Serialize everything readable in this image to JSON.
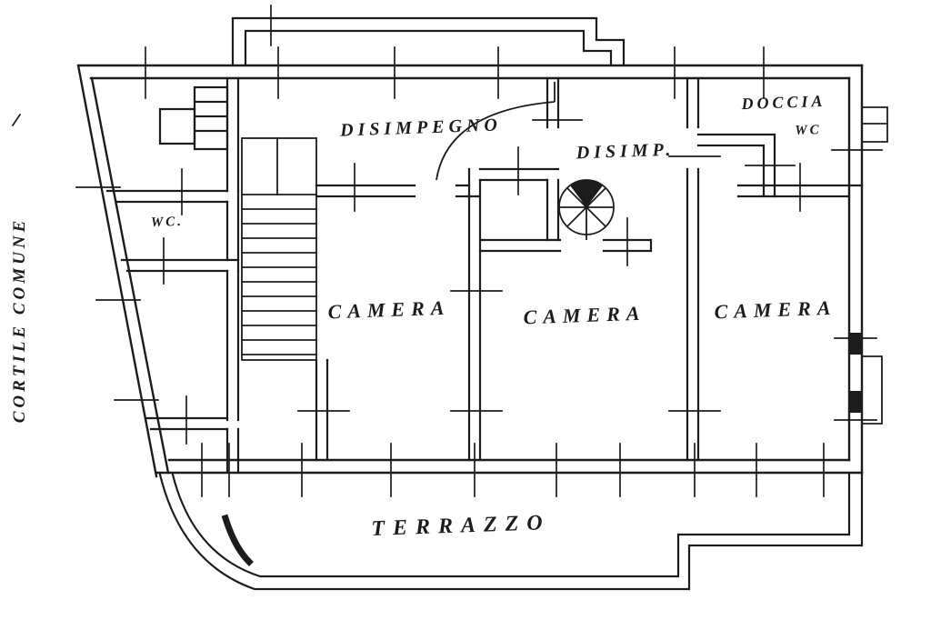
{
  "colors": {
    "ink": "#1c1c1c",
    "paper": "#ffffff"
  },
  "labels": {
    "courtyard": "CORTILE COMUNE",
    "hall_main": "DISIMPEGNO",
    "hall_small": "DISIMP.",
    "shower_room": "DOCCIA",
    "shower_wc": "WC",
    "wc": "WC.",
    "bedroom_left": "CAMERA",
    "bedroom_center": "CAMERA",
    "bedroom_right": "CAMERA",
    "terrace": "TERRAZZO"
  }
}
